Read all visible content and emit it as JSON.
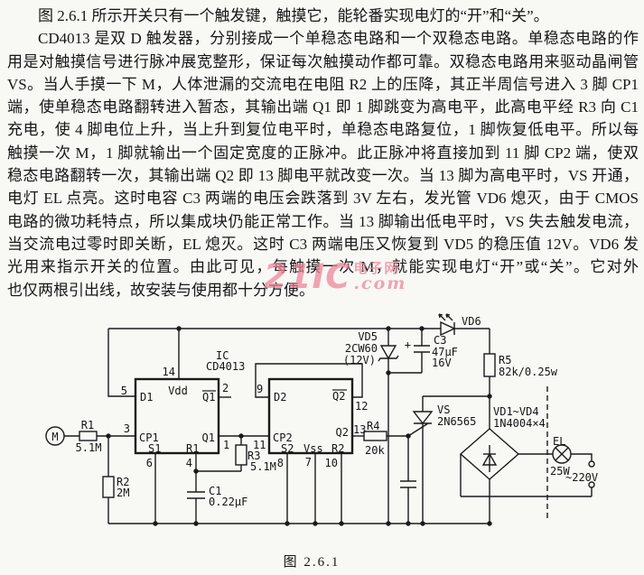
{
  "document": {
    "lines": [
      "图 2.6.1 所示开关只有一个触发键，触摸它，能轮番实现电灯的“开”和“关”。",
      "CD4013 是双 D 触发器，分别接成一个单稳态电路和一个双稳态电路。单稳态电路的作",
      "用是对触摸信号进行脉冲展宽整形，保证每次触摸动作都可靠。双稳态电路用来驱动晶闸管",
      "VS。当人手摸一下 M，人体泄漏的交流电在电阻 R2 上的压降，其正半周信号进入 3 脚 CP1",
      "端，使单稳态电路翻转进入暂态，其输出端 Q1 即 1 脚跳变为高电平，此高电平经 R3 向 C1",
      "充电，使 4 脚电位上升，当上升到复位电平时，单稳态电路复位，1 脚恢复低电平。所以每",
      "触摸一次 M，1 脚就输出一个固定宽度的正脉冲。此正脉冲将直接加到 11 脚 CP2 端，使双",
      "稳态电路翻转一次，其输出端 Q2 即 13 脚电平就改变一次。当 13 脚为高电平时，VS 开通，",
      "电灯 EL 点亮。这时电容 C3 两端的电压会跌落到 3V 左右，发光管 VD6 熄灭，由于 CMOS",
      "电路的微功耗特点，所以集成块仍能正常工作。当 13 脚输出低电平时，VS 失去触发电流，",
      "当交流电过零时即关断，EL 熄灭。这时 C3 两端电压又恢复到 VD5 的稳压值 12V。VD6 发",
      "光用来指示开关的位置。由此可见，每触摸一次 M，就能实现电灯“开”或“关”。它对外",
      "也仅两根引出线，故安装与使用都十分方便。"
    ]
  },
  "watermark": {
    "main": "21IC",
    "cn": "电子网",
    "com": ".com",
    "color": "#ee8397"
  },
  "caption": "图 2.6.1",
  "schematic": {
    "labels": {
      "ic_line1": "IC",
      "ic_line2": "CD4013",
      "pin14": "14",
      "vdd": "Vdd",
      "d1": "D1",
      "q1_bar": "Q1",
      "pin5": "5",
      "pin2": "2",
      "pin3": "3",
      "cp1": "CP1",
      "s1": "S1",
      "r1_internal": "R1",
      "q1": "Q1",
      "pin1": "1",
      "pin6": "6",
      "pin4": "4",
      "m": "M",
      "r1": "R1",
      "r1_value": "5.1M",
      "r2": "R2",
      "r2_value": "2M",
      "c1": "C1",
      "c1_value": "0.22µF",
      "r3": "R3",
      "r3_value": "5.1M",
      "pin9": "9",
      "d2": "D2",
      "q2_bar": "Q2",
      "pin12": "12",
      "pin11": "11",
      "cp2": "CP2",
      "s2": "S2",
      "vss": "Vss",
      "r2_internal": "R2",
      "q2": "Q2",
      "pin13": "13",
      "r4": "R4",
      "r4_value": "20k",
      "pin8": "8",
      "pin7": "7",
      "pin10": "10",
      "vd5": "VD5",
      "vd5_type": "2CW60",
      "vd5_value": "(12V)",
      "c3_plus": "+",
      "c3": "C3",
      "c3_value": "47µF",
      "c3_voltage": "16V",
      "vd6": "VD6",
      "r5": "R5",
      "r5_value": "82k/0.25w",
      "vs": "VS",
      "vs_type": "2N6565",
      "bridge": "VD1~VD4",
      "bridge_type": "1N4004×4",
      "el": "EL",
      "el_power": "25W",
      "mains": "~220V"
    }
  }
}
